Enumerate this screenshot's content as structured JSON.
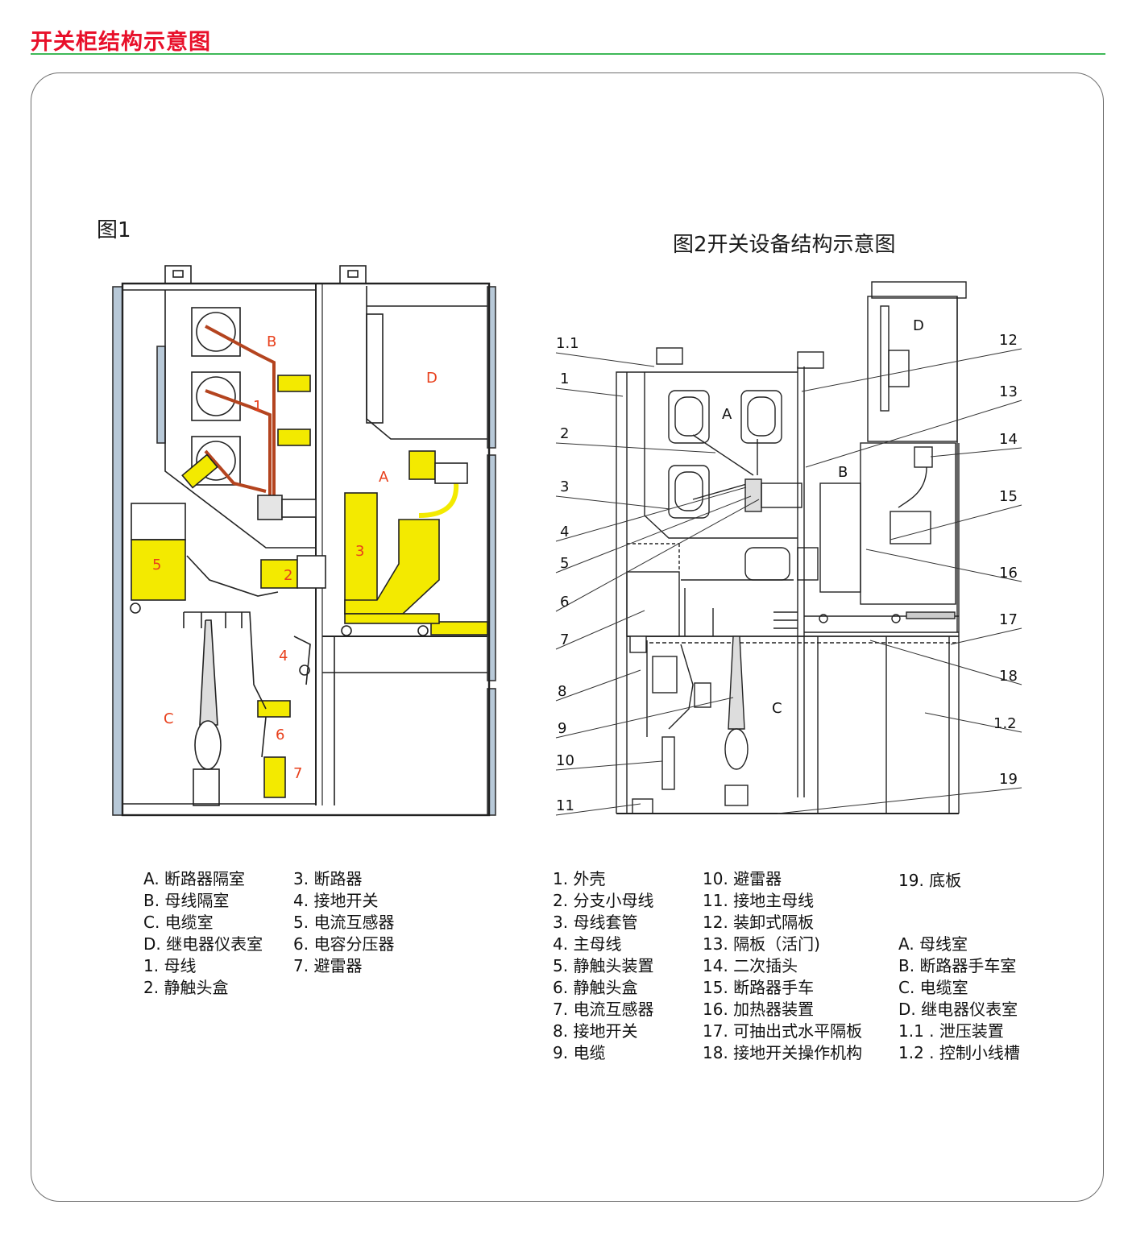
{
  "header": {
    "title": "开关柜结构示意图"
  },
  "colors": {
    "title_red": "#e8102a",
    "rule_green": "#3fb858",
    "component_yellow": "#f3ea00",
    "label_orange": "#e8401c",
    "panel_blue": "#b8c9d8"
  },
  "figure1": {
    "label": "图1",
    "markers": {
      "A": "A",
      "B": "B",
      "C": "C",
      "D": "D",
      "n1": "1",
      "n2": "2",
      "n3": "3",
      "n4": "4",
      "n5": "5",
      "n6": "6",
      "n7": "7"
    },
    "legend": {
      "col1": [
        "A. 断路器隔室",
        "B. 母线隔室",
        "C. 电缆室",
        "D. 继电器仪表室",
        "1. 母线",
        "2. 静触头盒"
      ],
      "col2": [
        "3. 断路器",
        "4. 接地开关",
        "5. 电流互感器",
        "6. 电容分压器",
        "7. 避雷器"
      ]
    }
  },
  "figure2": {
    "label": "图2开关设备结构示意图",
    "markers": {
      "A": "A",
      "B": "B",
      "C": "C",
      "D": "D"
    },
    "callouts_left": [
      "1.1",
      "1",
      "2",
      "3",
      "4",
      "5",
      "6",
      "7",
      "8",
      "9",
      "10",
      "11"
    ],
    "callouts_right": [
      "12",
      "13",
      "14",
      "15",
      "16",
      "17",
      "18",
      "1.2",
      "19"
    ],
    "legend": {
      "col1": [
        "1. 外壳",
        "2. 分支小母线",
        "3. 母线套管",
        "4. 主母线",
        "5. 静触头装置",
        "6. 静触头盒",
        "7. 电流互感器",
        "8. 接地开关",
        "9. 电缆"
      ],
      "col2": [
        "10. 避雷器",
        "11. 接地主母线",
        "12. 装卸式隔板",
        "13. 隔板（活门)",
        "14. 二次插头",
        "15. 断路器手车",
        "16. 加热器装置",
        "17. 可抽出式水平隔板",
        "18. 接地开关操作机构"
      ],
      "col3_top": [
        "19. 底板"
      ],
      "col3_bottom": [
        "A. 母线室",
        "B. 断路器手车室",
        "C. 电缆室",
        "D. 继电器仪表室",
        "1.1 . 泄压装置",
        "1.2 . 控制小线槽"
      ]
    }
  }
}
